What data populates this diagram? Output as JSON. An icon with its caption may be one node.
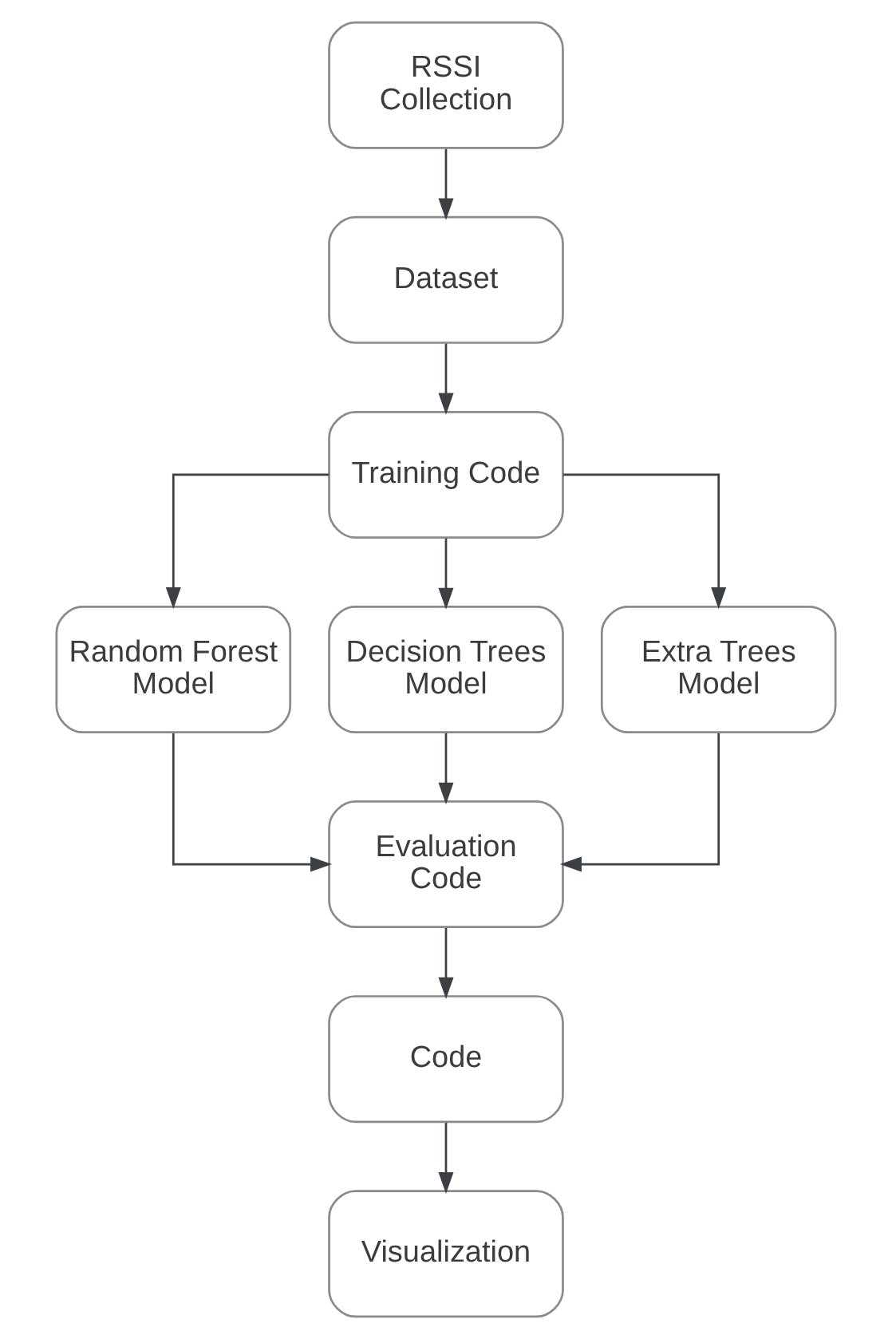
{
  "diagram": {
    "nodes": [
      {
        "text": [
          "RSSI Collection"
        ]
      },
      {
        "text": [
          "Dataset"
        ]
      },
      {
        "text": [
          "Training Code"
        ]
      },
      {
        "text": [
          "Random Forest Model"
        ]
      },
      {
        "text": [
          "Decision Trees Model"
        ]
      },
      {
        "text": [
          "Extra Trees Model"
        ]
      },
      {
        "text": [
          "Evaluation Code"
        ]
      },
      {
        "text": [
          "Code"
        ]
      },
      {
        "text": [
          "Visualization"
        ]
      }
    ],
    "edges": [
      {
        "from": 0,
        "to": 1,
        "arrow": "to"
      },
      {
        "from": 1,
        "to": 2,
        "arrow": "to"
      },
      {
        "from": 2,
        "to": 3,
        "arrow": "to"
      },
      {
        "from": 2,
        "to": 4,
        "arrow": "to"
      },
      {
        "from": 2,
        "to": 5,
        "arrow": "to"
      },
      {
        "from": 3,
        "to": 6,
        "arrow": "to"
      },
      {
        "from": 4,
        "to": 6,
        "arrow": "to"
      },
      {
        "from": 5,
        "to": 6,
        "arrow": "to"
      },
      {
        "from": 6,
        "to": 7,
        "arrow": "to"
      },
      {
        "from": 7,
        "to": 8,
        "arrow": "to"
      }
    ]
  }
}
